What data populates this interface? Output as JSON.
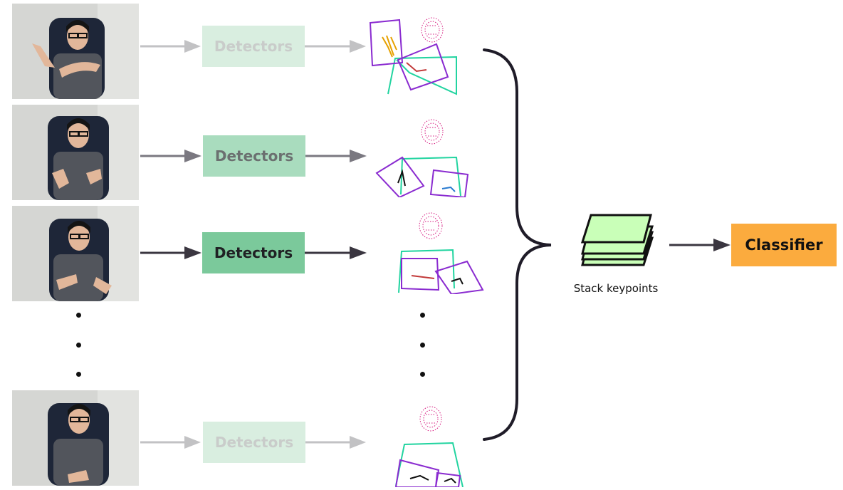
{
  "rows": [
    {
      "detector_label": "Detectors",
      "emphasis": "faded"
    },
    {
      "detector_label": "Detectors",
      "emphasis": "medium"
    },
    {
      "detector_label": "Detectors",
      "emphasis": "strong"
    },
    {
      "detector_label": "Detectors",
      "emphasis": "faded"
    }
  ],
  "stack": {
    "label": "Stack keypoints"
  },
  "classifier": {
    "label": "Classifier"
  },
  "colors": {
    "detector_faded_bg": "#d9eee0",
    "detector_faded_text": "#c9ccca",
    "detector_medium_bg": "#a9dcbe",
    "detector_medium_text": "#6b7070",
    "detector_strong_bg": "#7bc99b",
    "detector_strong_text": "#202124",
    "arrow_faded": "#c2c2c4",
    "arrow_medium": "#7a7880",
    "arrow_strong": "#3a3640",
    "face_mesh": "#d6187f",
    "pose": "#22d4a0",
    "hand_box": "#8a2bd0",
    "stack_layer": "#c9ffb8",
    "classifier": "#fbab3e"
  }
}
